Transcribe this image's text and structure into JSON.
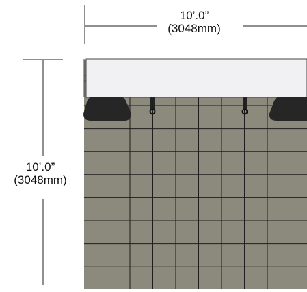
{
  "dimensions": {
    "width": {
      "imperial": "10’.0”",
      "metric": "(3048mm)"
    },
    "depth": {
      "imperial": "10’.0”",
      "metric": "(3048mm)"
    }
  },
  "floor": {
    "tile_columns": 9,
    "tile_rows": 7,
    "color": "#8b8a7c",
    "grout_color": "#1e1e1e"
  },
  "backwall": {
    "color": "#f1f1f3",
    "feet_color": "#262626"
  }
}
